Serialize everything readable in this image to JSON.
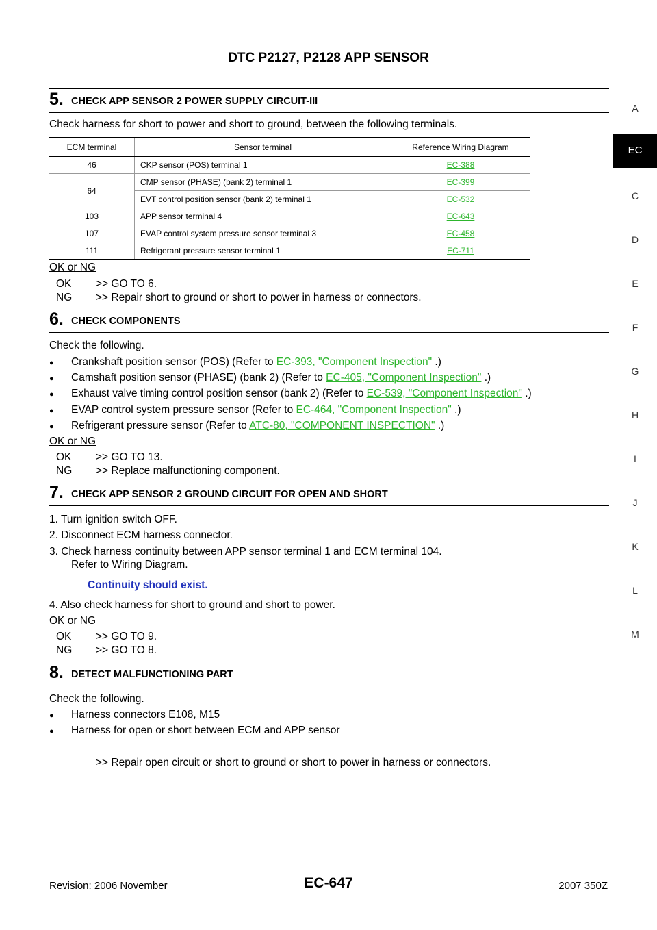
{
  "header": {
    "title": "DTC P2127, P2128 APP SENSOR"
  },
  "side_tabs": [
    "A",
    "C",
    "D",
    "E",
    "F",
    "G",
    "H",
    "I",
    "J",
    "K",
    "L",
    "M"
  ],
  "side_active": "EC",
  "s5": {
    "num": "5.",
    "title": "CHECK APP SENSOR 2 POWER SUPPLY CIRCUIT-III",
    "intro": "Check harness for short to power and short to ground, between the following terminals.",
    "table": {
      "headers": [
        "ECM terminal",
        "Sensor terminal",
        "Reference Wiring Diagram"
      ],
      "rows": [
        {
          "ecm": "46",
          "sensor": "CKP sensor (POS) terminal 1",
          "ref": "EC-388"
        },
        {
          "ecm": "64",
          "sensor": "CMP sensor (PHASE) (bank 2) terminal 1",
          "ref": "EC-399"
        },
        {
          "ecm": "",
          "sensor": "EVT control position sensor (bank 2) terminal 1",
          "ref": "EC-532"
        },
        {
          "ecm": "103",
          "sensor": "APP sensor terminal 4",
          "ref": "EC-643"
        },
        {
          "ecm": "107",
          "sensor": "EVAP control system pressure sensor terminal 3",
          "ref": "EC-458"
        },
        {
          "ecm": "111",
          "sensor": "Refrigerant pressure sensor terminal 1",
          "ref": "EC-711"
        }
      ]
    },
    "okng": "OK or NG",
    "ok_label": "OK",
    "ok_text": ">> GO TO 6.",
    "ng_label": "NG",
    "ng_text": ">> Repair short to ground or short to power in harness or connectors."
  },
  "s6": {
    "num": "6.",
    "title": "CHECK COMPONENTS",
    "intro": "Check the following.",
    "items": [
      {
        "text": "Crankshaft position sensor (POS) (Refer to ",
        "link": "EC-393, \"Component Inspection\"",
        "tail": " .)"
      },
      {
        "text": "Camshaft position sensor (PHASE) (bank 2) (Refer to ",
        "link": "EC-405, \"Component Inspection\"",
        "tail": " .)"
      },
      {
        "text": "Exhaust valve timing control position sensor (bank 2) (Refer to ",
        "link": "EC-539, \"Component Inspection\"",
        "tail": " .)"
      },
      {
        "text": "EVAP control system pressure sensor (Refer to ",
        "link": "EC-464, \"Component Inspection\"",
        "tail": " .)"
      },
      {
        "text": "Refrigerant pressure sensor (Refer to ",
        "link": "ATC-80, \"COMPONENT INSPECTION\"",
        "tail": " .)"
      }
    ],
    "okng": "OK or NG",
    "ok_label": "OK",
    "ok_text": ">> GO TO 13.",
    "ng_label": "NG",
    "ng_text": ">> Replace malfunctioning component."
  },
  "s7": {
    "num": "7.",
    "title": "CHECK APP SENSOR 2 GROUND CIRCUIT FOR OPEN AND SHORT",
    "step1": "1.  Turn ignition switch OFF.",
    "step2": "2.  Disconnect ECM harness connector.",
    "step3": "3.  Check harness continuity between APP sensor terminal 1 and ECM terminal 104.",
    "step3b": "Refer to Wiring Diagram.",
    "continuity": "Continuity should exist.",
    "step4": "4.  Also check harness for short to ground and short to power.",
    "okng": "OK or NG",
    "ok_label": "OK",
    "ok_text": ">> GO TO 9.",
    "ng_label": "NG",
    "ng_text": ">> GO TO 8."
  },
  "s8": {
    "num": "8.",
    "title": "DETECT MALFUNCTIONING PART",
    "intro": "Check the following.",
    "item1": "Harness connectors E108, M15",
    "item2": "Harness for open or short between ECM and APP sensor",
    "result": ">> Repair open circuit or short to ground or short to power in harness or connectors."
  },
  "footer": {
    "revision": "Revision: 2006 November",
    "page": "EC-647",
    "model": "2007 350Z"
  }
}
